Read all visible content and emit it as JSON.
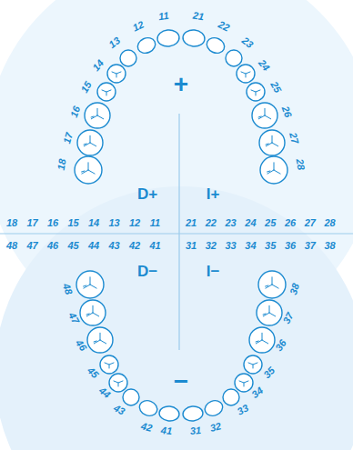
{
  "diagram": {
    "labels": [
      "18",
      "17",
      "16",
      "15",
      "14",
      "13",
      "12",
      "11",
      "21",
      "22",
      "23",
      "24",
      "25",
      "26",
      "27",
      "28",
      "+",
      "D+",
      "I+",
      "18",
      "17",
      "16",
      "15",
      "14",
      "13",
      "12",
      "11",
      "21",
      "22",
      "23",
      "24",
      "25",
      "26",
      "27",
      "28",
      "48",
      "47",
      "46",
      "45",
      "44",
      "43",
      "42",
      "41",
      "31",
      "32",
      "33",
      "34",
      "35",
      "36",
      "37",
      "38",
      "D−",
      "I−",
      "48",
      "47",
      "46",
      "45",
      "44",
      "43",
      "42",
      "41",
      "31",
      "32",
      "33",
      "34",
      "35",
      "36",
      "37",
      "38",
      "−"
    ]
  }
}
